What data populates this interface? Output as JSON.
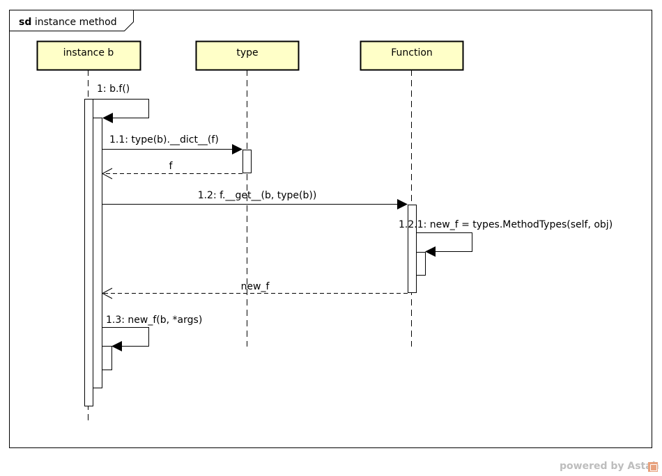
{
  "frame": {
    "keyword": "sd",
    "name": "instance method"
  },
  "lifelines": [
    {
      "label": "instance b"
    },
    {
      "label": "type"
    },
    {
      "label": "Function"
    }
  ],
  "messages": [
    {
      "label": "1: b.f()"
    },
    {
      "label": "1.1: type(b).__dict__(f)"
    },
    {
      "label": "f"
    },
    {
      "label": "1.2: f.__get__(b, type(b))"
    },
    {
      "label": "1.2.1: new_f = types.MethodTypes(self, obj)"
    },
    {
      "label": "new_f"
    },
    {
      "label": "1.3: new_f(b, *args)"
    }
  ],
  "footer": {
    "watermark": "powered by Astah"
  },
  "colors": {
    "lifeline_head_fill": "#ffffc8",
    "line": "#000000",
    "watermark": "#bdbdbd"
  }
}
